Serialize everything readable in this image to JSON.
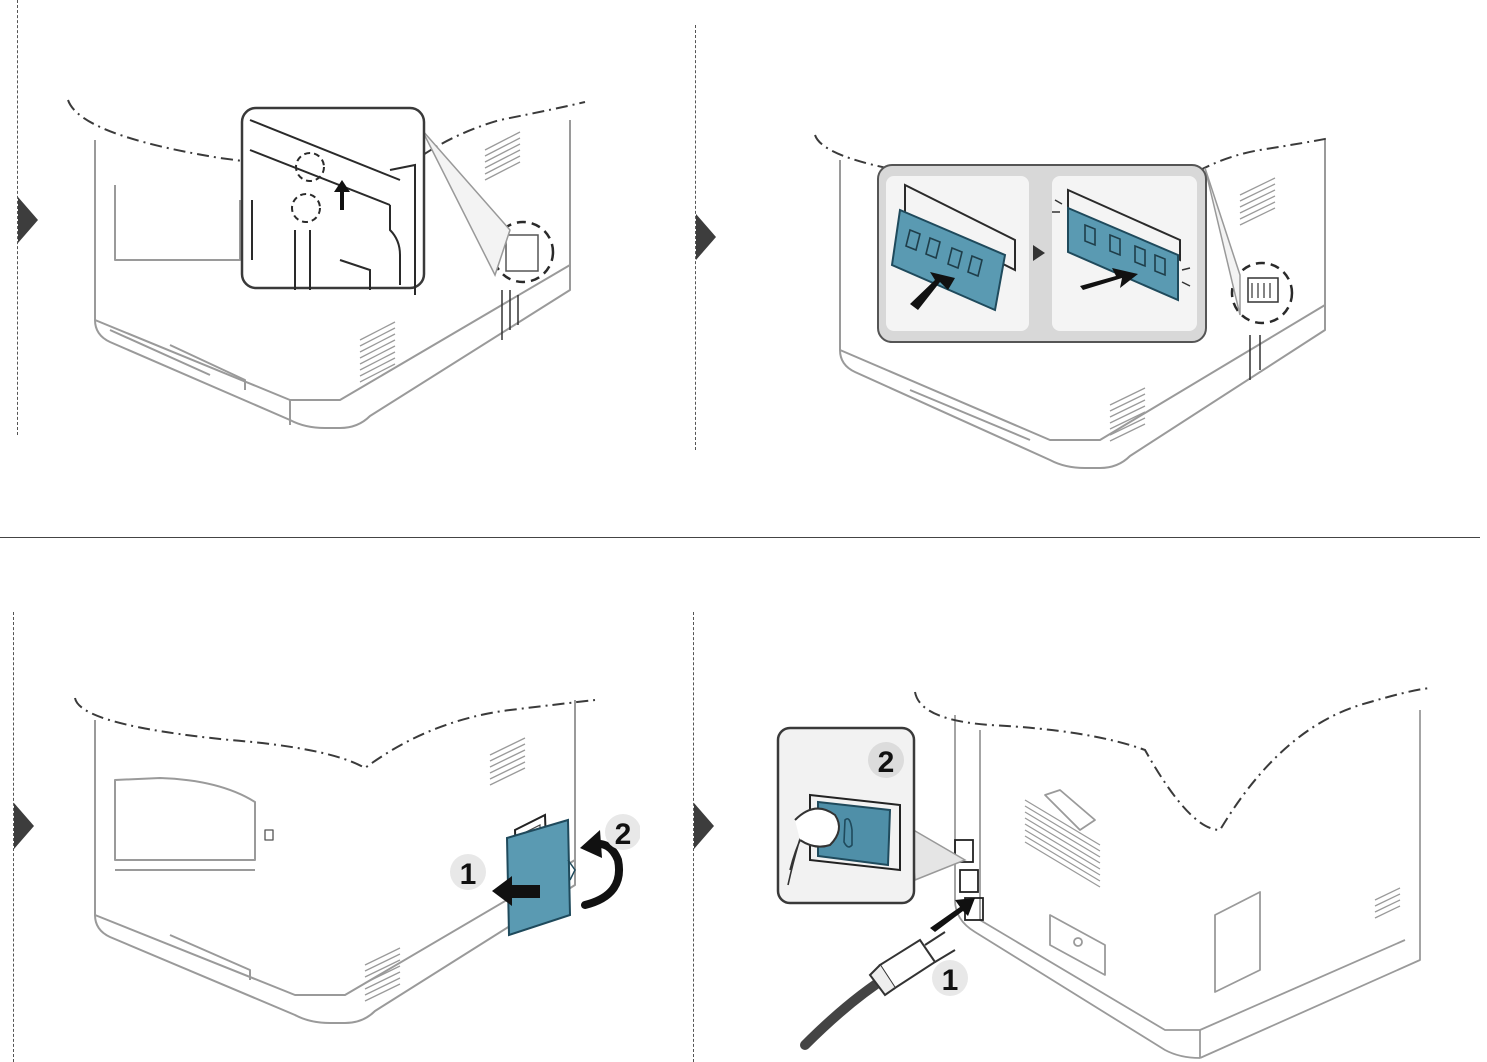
{
  "colors": {
    "outline": "#9a9a9a",
    "ink": "#2a2a2a",
    "accent_blue": "#4f8fa8",
    "accent_blue_dark": "#2d6478",
    "panel_gray": "#f2f2f2",
    "step_arrow": "#3d3d3d"
  },
  "icons": {
    "step": "step-arrow-icon",
    "arrow": "black-arrow-icon",
    "rotate": "rotate-arrow-icon",
    "badge": "number-badge-icon"
  },
  "steps": {
    "close_cover": {
      "labels": [
        "1",
        "2"
      ]
    },
    "power_on": {
      "labels": [
        "2",
        "1"
      ]
    }
  }
}
